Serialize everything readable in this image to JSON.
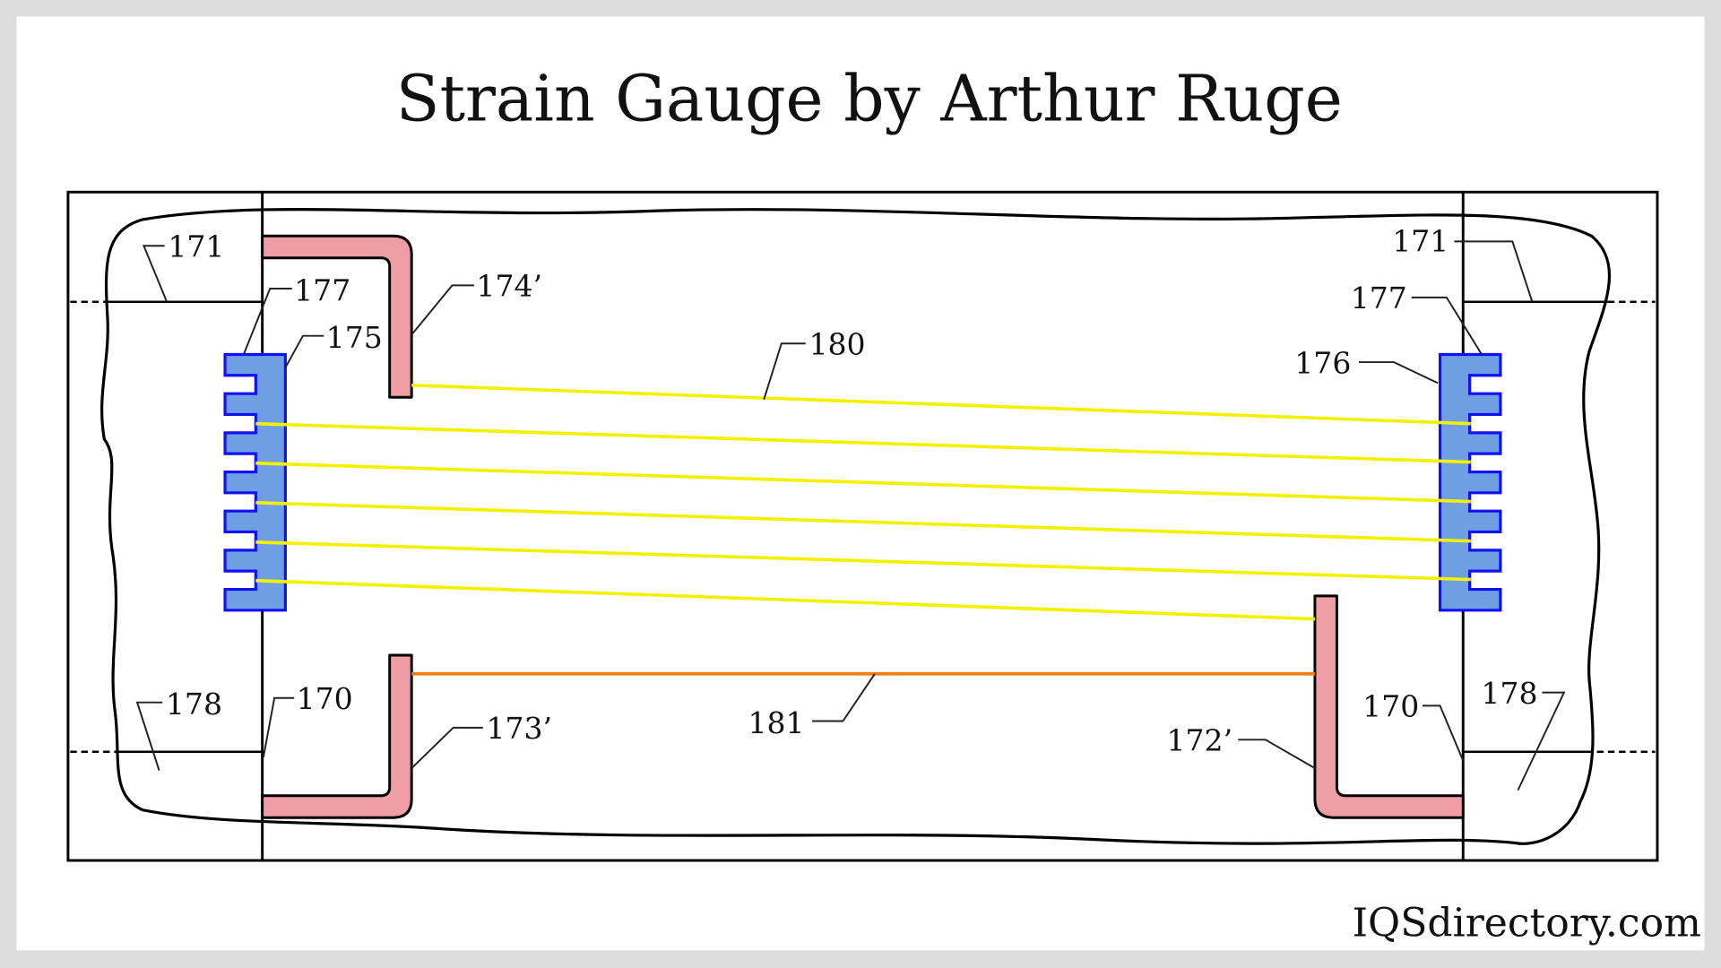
{
  "title": "Strain Gauge by Arthur Ruge",
  "brand": "IQSdirectory.com",
  "labels": {
    "l171_left": "171",
    "l177_left": "177",
    "l175": "175",
    "l174p": "174’",
    "l180": "180",
    "l171_right": "171",
    "l177_right": "177",
    "l176": "176",
    "l178_left": "178",
    "l170_left": "170",
    "l173p": "173’",
    "l181": "181",
    "l172p": "172’",
    "l170_right": "170",
    "l178_right": "178"
  },
  "colors": {
    "conductor": "#ef9ea6",
    "terminal": "#6f9ee3",
    "grid_wire": "#f2f200",
    "return_wire": "#ef7d12"
  }
}
